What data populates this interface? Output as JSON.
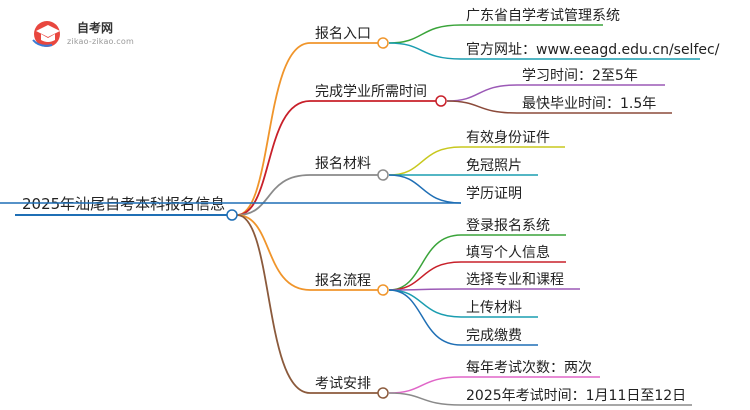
{
  "logo": {
    "title": "自考网",
    "subtitle": "zikao-zikao.com",
    "colors": {
      "circle": "#e8473f",
      "cap": "#ffffff"
    }
  },
  "root": {
    "label": "2025年汕尾自考本科报名信息",
    "color": "#1f6fb5"
  },
  "branches": [
    {
      "label": "报名入口",
      "color": "#f0952b",
      "leaves": [
        {
          "label": "广东省自学考试管理系统",
          "color": "#3aa43a"
        },
        {
          "label": "官方网址：www.eeagd.edu.cn/selfec/",
          "color": "#1a9db0"
        }
      ]
    },
    {
      "label": "完成学业所需时间",
      "color": "#c8202a",
      "leaves": [
        {
          "label": "学习时间：2至5年",
          "color": "#9b59b6"
        },
        {
          "label": "最快毕业时间：1.5年",
          "color": "#8b4a3a"
        }
      ]
    },
    {
      "label": "报名材料",
      "color": "#8a8a8a",
      "leaves": [
        {
          "label": "有效身份证件",
          "color": "#c8c81e"
        },
        {
          "label": "免冠照片",
          "color": "#1a9db0"
        },
        {
          "label": "学历证明",
          "color": "#1f6fb5"
        }
      ]
    },
    {
      "label": "报名流程",
      "color": "#f0952b",
      "leaves": [
        {
          "label": "登录报名系统",
          "color": "#3aa43a"
        },
        {
          "label": "填写个人信息",
          "color": "#c8202a"
        },
        {
          "label": "选择专业和课程",
          "color": "#9b59b6"
        },
        {
          "label": "上传材料",
          "color": "#1a9db0"
        },
        {
          "label": "完成缴费",
          "color": "#1f6fb5"
        }
      ]
    },
    {
      "label": "考试安排",
      "color": "#8b5a3c",
      "leaves": [
        {
          "label": "每年考试次数：两次",
          "color": "#e066c8"
        },
        {
          "label": "2025年考试时间：1月11日至12日",
          "color": "#8a8a8a"
        }
      ]
    }
  ]
}
